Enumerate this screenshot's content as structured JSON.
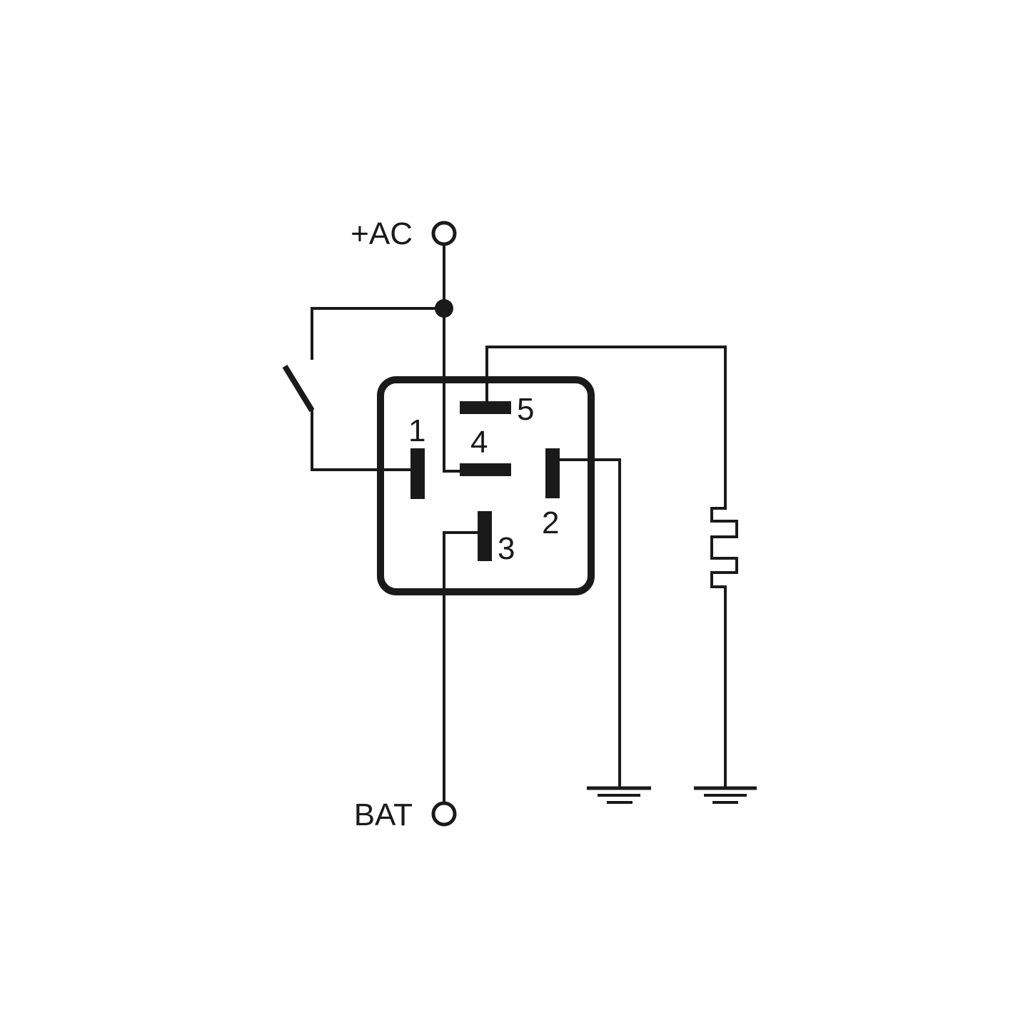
{
  "terminals": {
    "ac": "+AC",
    "bat": "BAT"
  },
  "pins": {
    "p1": "1",
    "p2": "2",
    "p3": "3",
    "p4": "4",
    "p5": "5"
  },
  "icons": [
    "switch-icon",
    "resistor-icon",
    "ground-icon",
    "junction-dot-icon",
    "terminal-icon"
  ],
  "colors": {
    "ink": "#1a1a1a",
    "background": "#ffffff"
  }
}
